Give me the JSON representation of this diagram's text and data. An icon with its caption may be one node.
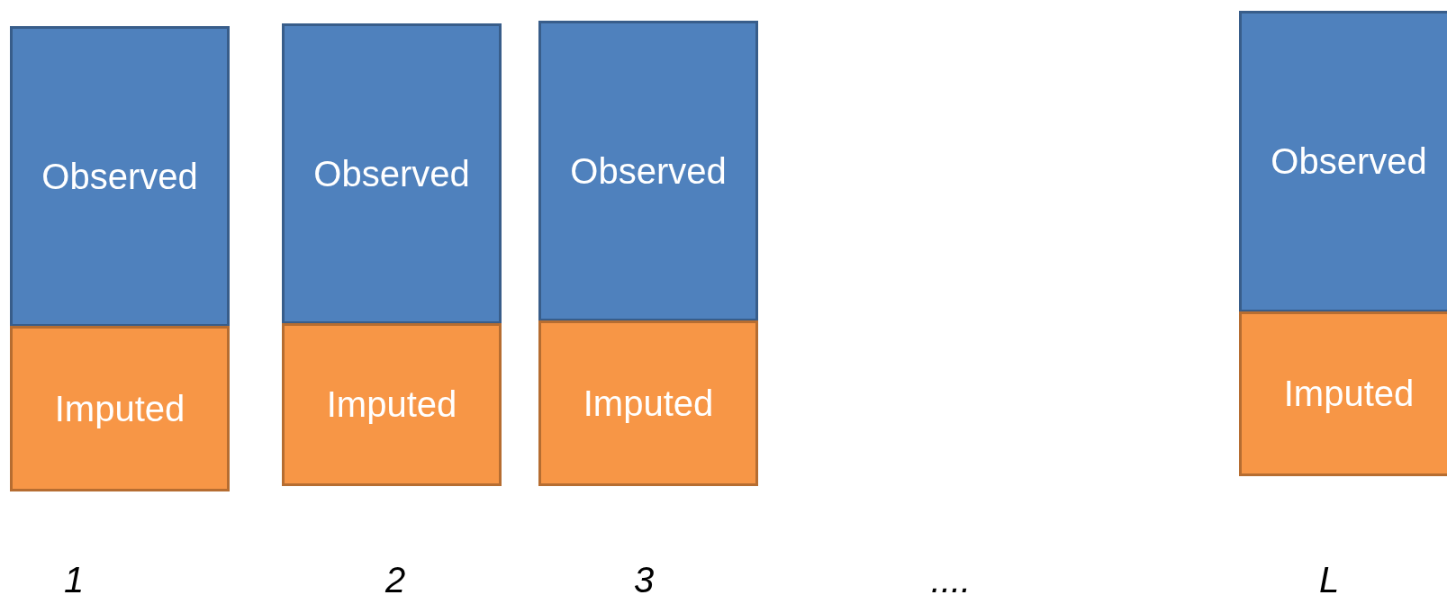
{
  "diagram": {
    "nodes": [
      {
        "text": [
          "Observed"
        ]
      },
      {
        "text": [
          "Imputed"
        ]
      },
      {
        "text": [
          "Observed"
        ]
      },
      {
        "text": [
          "Imputed"
        ]
      },
      {
        "text": [
          "Observed"
        ]
      },
      {
        "text": [
          "Imputed"
        ]
      },
      {
        "text": [
          "Observed"
        ]
      },
      {
        "text": [
          "Imputed"
        ]
      }
    ],
    "edges": [],
    "labels": [
      "1",
      "2",
      "3",
      "....",
      "L"
    ]
  }
}
